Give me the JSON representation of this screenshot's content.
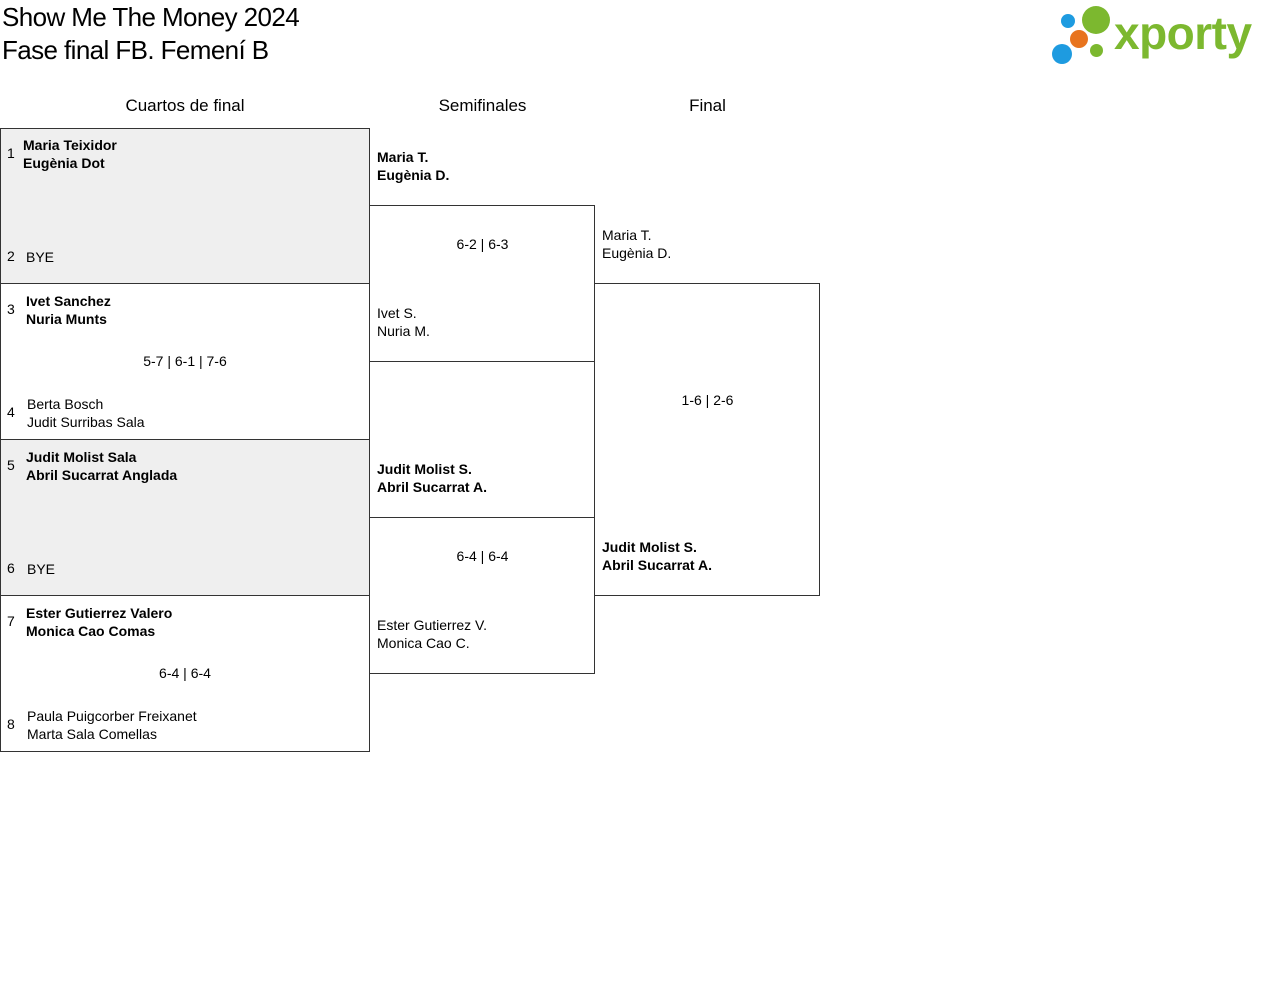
{
  "header": {
    "title": "Show Me The Money 2024",
    "subtitle": "Fase final FB. Femení B",
    "logo_text": "xporty",
    "logo_colors": [
      "#1e9be0",
      "#7cb82f",
      "#e8741e"
    ]
  },
  "rounds": {
    "quarterfinals": "Cuartos de final",
    "semifinals": "Semifinales",
    "final": "Final"
  },
  "quarterfinals": [
    {
      "top": {
        "seed": "1",
        "p1": "Maria Teixidor",
        "p2": "Eugènia Dot"
      },
      "bottom": {
        "seed": "2",
        "p1": "BYE",
        "p2": ""
      },
      "score": ""
    },
    {
      "top": {
        "seed": "3",
        "p1": "Ivet Sanchez",
        "p2": "Nuria Munts"
      },
      "bottom": {
        "seed": "4",
        "p1": "Berta Bosch",
        "p2": "Judit Surribas Sala"
      },
      "score": "5-7 | 6-1 | 7-6"
    },
    {
      "top": {
        "seed": "5",
        "p1": "Judit Molist Sala",
        "p2": "Abril Sucarrat Anglada"
      },
      "bottom": {
        "seed": "6",
        "p1": "BYE",
        "p2": ""
      },
      "score": ""
    },
    {
      "top": {
        "seed": "7",
        "p1": "Ester Gutierrez Valero",
        "p2": "Monica Cao Comas"
      },
      "bottom": {
        "seed": "8",
        "p1": "Paula Puigcorber Freixanet",
        "p2": "Marta Sala Comellas"
      },
      "score": "6-4 | 6-4"
    }
  ],
  "semifinals": [
    {
      "top": {
        "p1": "Maria T.",
        "p2": "Eugènia D."
      },
      "bottom": {
        "p1": "Ivet S.",
        "p2": "Nuria M."
      },
      "score": "6-2 | 6-3"
    },
    {
      "top": {
        "p1": "Judit Molist S.",
        "p2": "Abril Sucarrat A."
      },
      "bottom": {
        "p1": "Ester Gutierrez V.",
        "p2": "Monica Cao C."
      },
      "score": "6-4 | 6-4"
    }
  ],
  "final": {
    "top": {
      "p1": "Maria T.",
      "p2": "Eugènia D."
    },
    "bottom": {
      "p1": "Judit Molist S.",
      "p2": "Abril Sucarrat A."
    },
    "score": "1-6 | 2-6"
  }
}
